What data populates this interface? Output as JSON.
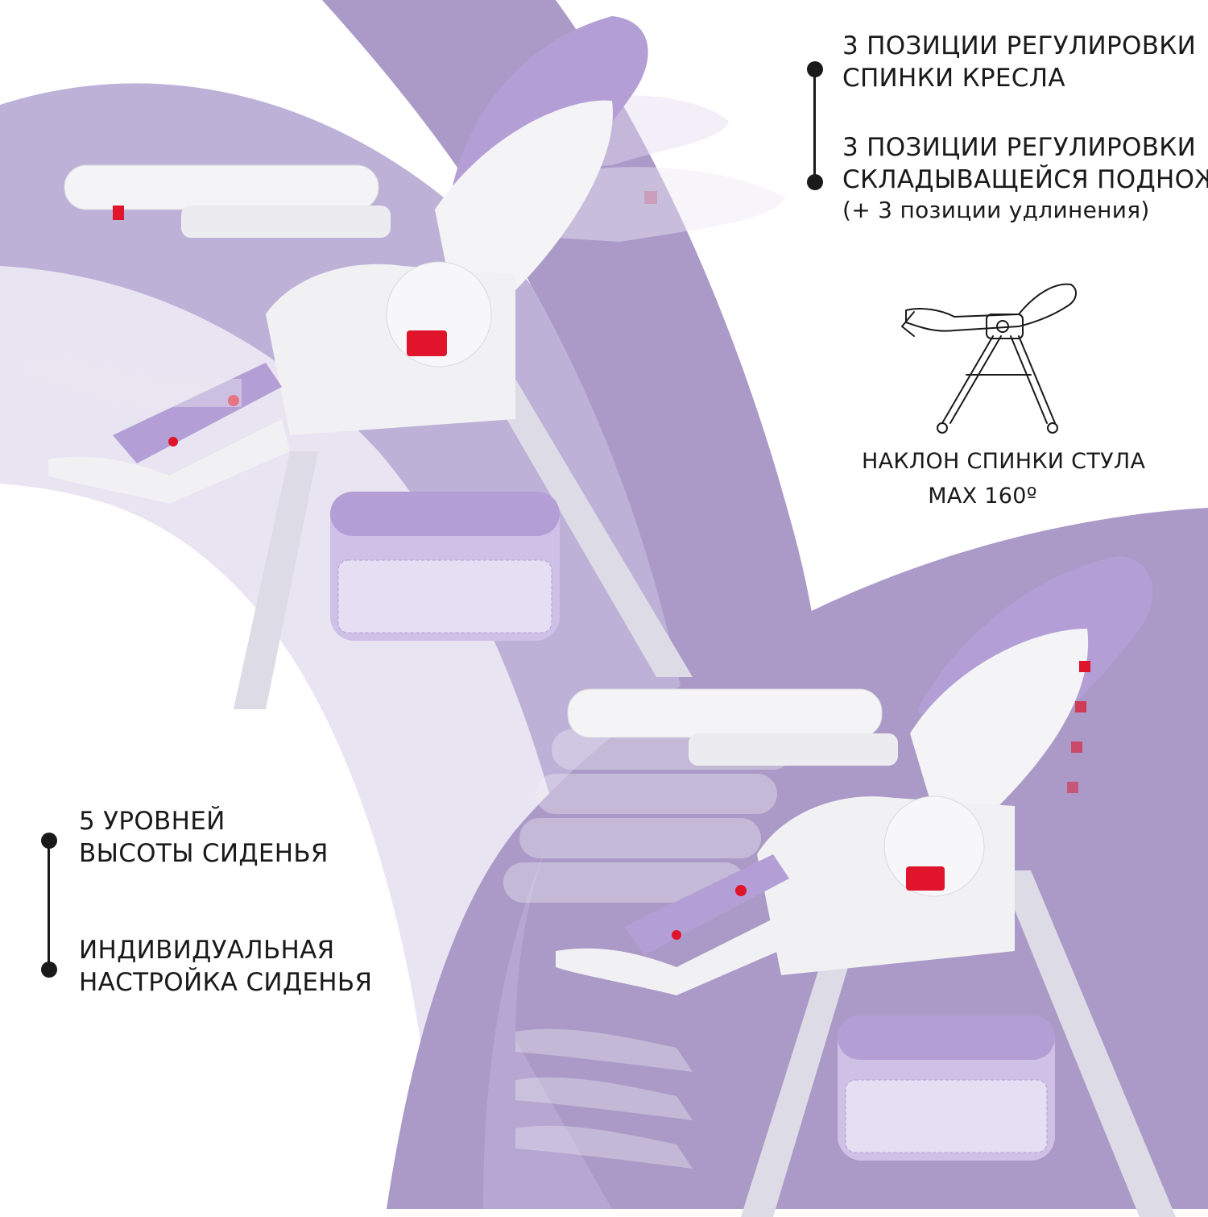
{
  "colors": {
    "background": "#ffffff",
    "band_light": "#e9e4f1",
    "band_mid": "#bdb1d8",
    "band_dark": "#ab9ac7",
    "chair_lilac": "#b39fd6",
    "chair_white": "#f4f4f6",
    "accent_red": "#e0142a",
    "text": "#1a1a1a"
  },
  "features_top": {
    "backrest": [
      "3 ПОЗИЦИИ РЕГУЛИРОВКИ",
      "СПИНКИ КРЕСЛА"
    ],
    "footrest": [
      "3 ПОЗИЦИИ РЕГУЛИРОВКИ",
      "СКЛАДЫВАЩЕЙСЯ ПОДНОЖКИ"
    ],
    "footrest_note": "(+ 3 позиции удлинения)"
  },
  "recline": {
    "icon": "reclined-highchair-icon",
    "line1": "НАКЛОН СПИНКИ СТУЛА",
    "line2": "MAX 160º"
  },
  "features_bottom": {
    "height": [
      "5 УРОВНЕЙ",
      "ВЫСОТЫ СИДЕНЬЯ"
    ],
    "seat": [
      "ИНДИВИДУАЛЬНАЯ",
      "НАСТРОЙКА СИДЕНЬЯ"
    ]
  },
  "images": {
    "top_chair": "highchair-reclined-photo",
    "bottom_chair": "highchair-height-levels-photo"
  }
}
